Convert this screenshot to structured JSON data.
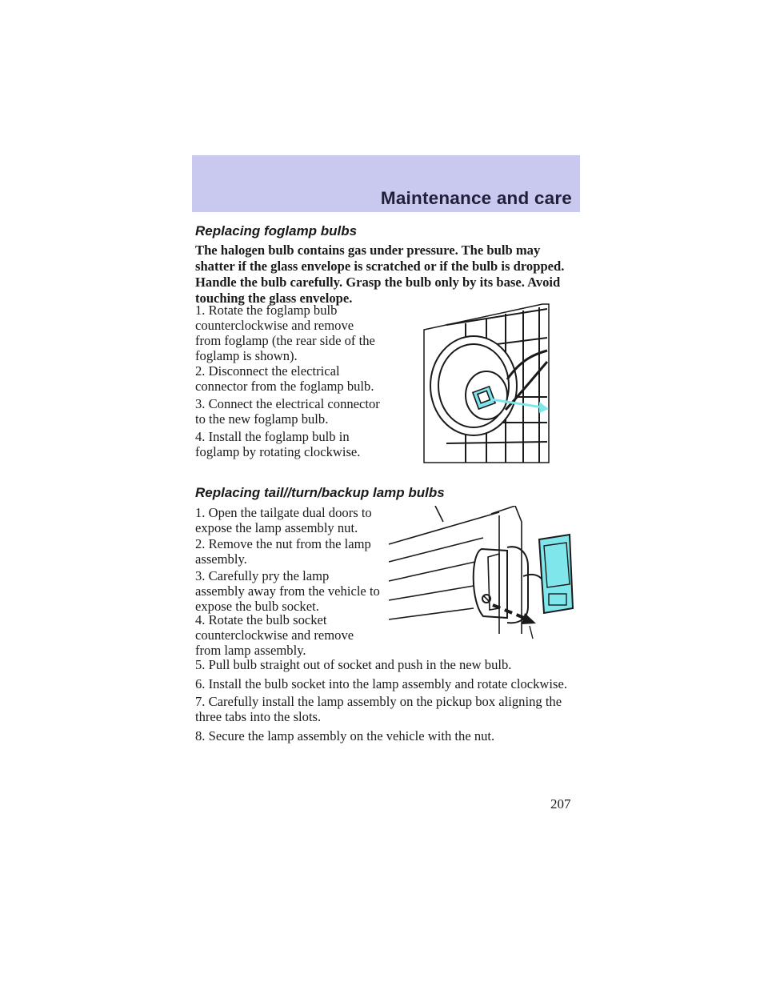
{
  "header": {
    "title": "Maintenance and care",
    "band_color": "#c9c9ef"
  },
  "foglamp": {
    "heading": "Replacing foglamp bulbs",
    "warning": "The halogen bulb contains gas under pressure. The bulb may shatter if the glass envelope is scratched or if the bulb is dropped. Handle the bulb carefully. Grasp the bulb only by its base. Avoid touching the glass envelope.",
    "steps": [
      "1. Rotate the foglamp bulb counterclockwise and remove from foglamp (the rear side of the foglamp is shown).",
      "2. Disconnect the electrical connector from the foglamp bulb.",
      "3. Connect the electrical connector to the new foglamp bulb.",
      "4. Install the foglamp bulb in foglamp by rotating clockwise."
    ]
  },
  "tail_lamp": {
    "heading": "Replacing tail//turn/backup lamp bulbs",
    "steps": [
      "1. Open the tailgate dual doors to expose the lamp assembly nut.",
      "2. Remove the nut from the lamp assembly.",
      "3. Carefully pry the lamp assembly away from the vehicle to expose the bulb socket.",
      "4. Rotate the bulb socket counterclockwise and remove from lamp assembly.",
      "5. Pull bulb straight out of socket and push in the new bulb.",
      "6. Install the bulb socket into the lamp assembly and rotate clockwise.",
      "7. Carefully install the lamp assembly on the pickup box aligning the three tabs into the slots.",
      "8. Secure the lamp assembly on the vehicle with the nut."
    ]
  },
  "page_number": "207",
  "colors": {
    "highlight": "#7fe6ec",
    "ink": "#1a1a1a"
  }
}
